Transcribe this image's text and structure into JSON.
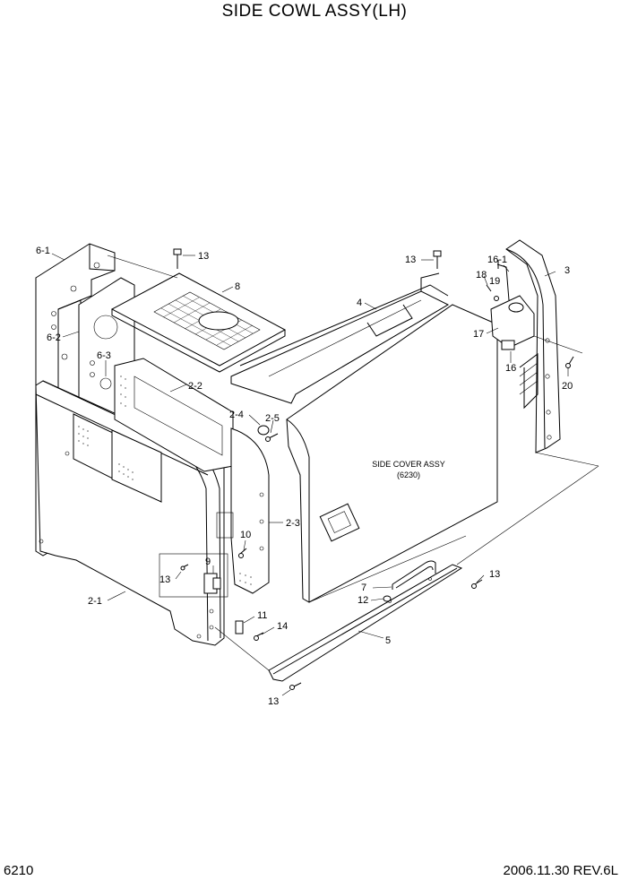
{
  "title": "SIDE COWL ASSY(LH)",
  "page_number": "6210",
  "revision": "2006.11.30  REV.6L",
  "side_cover_label": "SIDE COVER ASSY",
  "side_cover_ref": "(6230)",
  "labels": {
    "p6_1": "6-1",
    "p6_2": "6-2",
    "p6_3": "6-3",
    "p13_a": "13",
    "p8": "8",
    "p13_b": "13",
    "p4": "4",
    "p16_1": "16-1",
    "p18": "18",
    "p19": "19",
    "p3": "3",
    "p17": "17",
    "p16": "16",
    "p20": "20",
    "p2_2": "2-2",
    "p2_4": "2-4",
    "p2_5": "2-5",
    "p2_3": "2-3",
    "p10": "10",
    "p9": "9",
    "p13_c": "13",
    "p13_d": "13",
    "p7": "7",
    "p12": "12",
    "p2_1": "2-1",
    "p11": "11",
    "p14": "14",
    "p5": "5",
    "p13_e": "13"
  }
}
